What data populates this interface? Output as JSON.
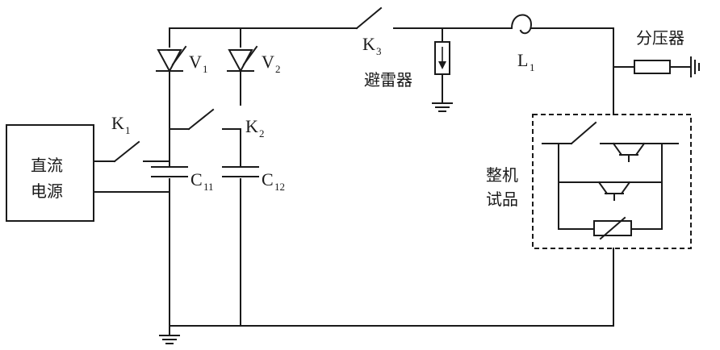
{
  "dc_source": {
    "line1": "直流",
    "line2": "电源"
  },
  "switches": {
    "k1": {
      "base": "K",
      "sub": "1"
    },
    "k2": {
      "base": "K",
      "sub": "2"
    },
    "k3": {
      "base": "K",
      "sub": "3"
    }
  },
  "thyristors": {
    "v1": {
      "base": "V",
      "sub": "1"
    },
    "v2": {
      "base": "V",
      "sub": "2"
    }
  },
  "capacitors": {
    "c11": {
      "base": "C",
      "sub": "11"
    },
    "c12": {
      "base": "C",
      "sub": "12"
    }
  },
  "inductor": {
    "base": "L",
    "sub": "1"
  },
  "arrester": {
    "label": "避雷器"
  },
  "divider": {
    "label": "分压器"
  },
  "test_object": {
    "line1": "整机",
    "line2": "试品"
  }
}
